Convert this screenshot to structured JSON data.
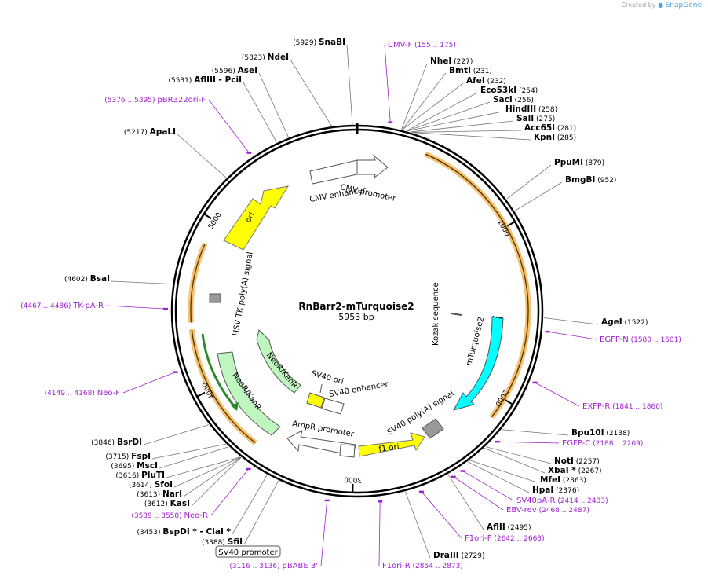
{
  "credit": {
    "prefix": "Created by",
    "brand": "SnapGene"
  },
  "plasmid": {
    "name": "RnBarr2-mTurquoise2",
    "size": "5953 bp"
  },
  "colors": {
    "enzyme_line": "#555555",
    "primer": "#a020d0",
    "backbone": "#000000"
  },
  "ticks": [
    {
      "bp": 1000,
      "label": "1000"
    },
    {
      "bp": 2000,
      "label": "2000"
    },
    {
      "bp": 3000,
      "label": "3000"
    },
    {
      "bp": 4000,
      "label": "4000"
    },
    {
      "bp": 5000,
      "label": "5000"
    }
  ],
  "enzymes": [
    {
      "name": "SnaBI",
      "pos": "(5929)"
    },
    {
      "name": "NdeI",
      "pos": "(5823)"
    },
    {
      "name": "AseI",
      "pos": "(5596)"
    },
    {
      "name": "AflIII  - PciI",
      "pos": "(5531)"
    },
    {
      "name": "ApaLI",
      "pos": "(5217)"
    },
    {
      "name": "NheI",
      "pos": "(227)"
    },
    {
      "name": "BmtI",
      "pos": "(231)"
    },
    {
      "name": "AfeI",
      "pos": "(232)"
    },
    {
      "name": "Eco53kI",
      "pos": "(254)"
    },
    {
      "name": "SacI",
      "pos": "(256)"
    },
    {
      "name": "HindIII",
      "pos": "(258)"
    },
    {
      "name": "SalI",
      "pos": "(275)"
    },
    {
      "name": "Acc65I",
      "pos": "(281)"
    },
    {
      "name": "KpnI",
      "pos": "(285)"
    },
    {
      "name": "PpuMI",
      "pos": "(879)"
    },
    {
      "name": "BmgBI",
      "pos": "(952)"
    },
    {
      "name": "AgeI",
      "pos": "(1522)"
    },
    {
      "name": "Bpu10I",
      "pos": "(2138)"
    },
    {
      "name": "NotI",
      "pos": "(2257)"
    },
    {
      "name": "XbaI *",
      "pos": "(2267)"
    },
    {
      "name": "MfeI",
      "pos": "(2363)"
    },
    {
      "name": "HpaI",
      "pos": "(2376)"
    },
    {
      "name": "AflII",
      "pos": "(2495)"
    },
    {
      "name": "DraIII",
      "pos": "(2729)"
    },
    {
      "name": "BsaI",
      "pos": "(4602)"
    },
    {
      "name": "BsrDI",
      "pos": "(3846)"
    },
    {
      "name": "FspI",
      "pos": "(3715)"
    },
    {
      "name": "MscI",
      "pos": "(3695)"
    },
    {
      "name": "PluTI",
      "pos": "(3616)"
    },
    {
      "name": "SfoI",
      "pos": "(3614)"
    },
    {
      "name": "NarI",
      "pos": "(3613)"
    },
    {
      "name": "KasI",
      "pos": "(3612)"
    },
    {
      "name": "BspDI *  - ClaI *",
      "pos": "(3453)"
    },
    {
      "name": "SfiI",
      "pos": "(3388)"
    }
  ],
  "primers": [
    {
      "name": "CMV-F",
      "range": "(155 .. 175)"
    },
    {
      "name": "pBR322ori-F",
      "range": "(5376 .. 5395)"
    },
    {
      "name": "TK-pA-R",
      "range": "(4467 .. 4486)"
    },
    {
      "name": "Neo-F",
      "range": "(4149 .. 4168)"
    },
    {
      "name": "Neo-R",
      "range": "(3539 .. 3558)"
    },
    {
      "name": "pBABE 3'",
      "range": "(3116 .. 3136)"
    },
    {
      "name": "F1ori-R",
      "range": "(2854 .. 2873)"
    },
    {
      "name": "F1ori-F",
      "range": "(2642 .. 2663)"
    },
    {
      "name": "EBV-rev",
      "range": "(2468 .. 2487)"
    },
    {
      "name": "SV40pA-R",
      "range": "(2414 .. 2433)"
    },
    {
      "name": "EGFP-C",
      "range": "(2188 .. 2209)"
    },
    {
      "name": "EXFP-R",
      "range": "(1841 .. 1860)"
    },
    {
      "name": "EGFP-N",
      "range": "(1580 .. 1601)"
    }
  ],
  "features": [
    {
      "name": "CMV promoter"
    },
    {
      "name": "CMV enhancer"
    },
    {
      "name": "ori"
    },
    {
      "name": "HSV TK poly(A) signal"
    },
    {
      "name": "NeoR/KanR"
    },
    {
      "name": "NeoR/KanR"
    },
    {
      "name": "SV40 ori"
    },
    {
      "name": "SV40 enhancer"
    },
    {
      "name": "AmpR promoter"
    },
    {
      "name": "f1 ori"
    },
    {
      "name": "SV40 poly(A) signal"
    },
    {
      "name": "mTurquoise2"
    },
    {
      "name": "Kozak sequence"
    },
    {
      "name": "SV40 promoter"
    }
  ]
}
